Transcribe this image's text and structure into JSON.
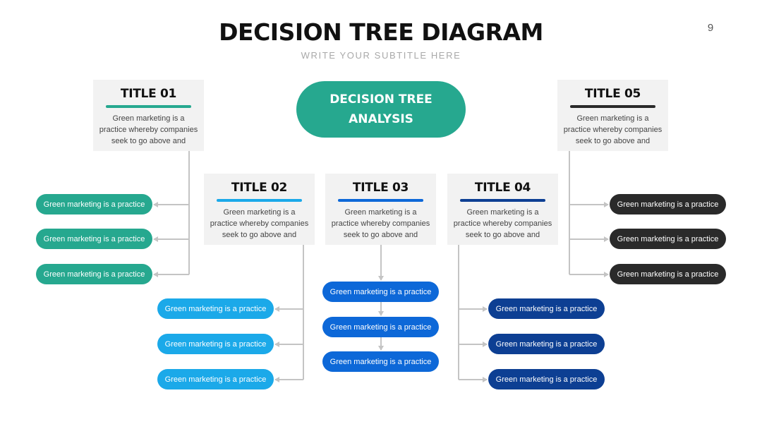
{
  "header": {
    "title": "DECISION TREE DIAGRAM",
    "subtitle": "WRITE YOUR SUBTITLE HERE",
    "page_number": "9"
  },
  "center": {
    "label": "DECISION TREE ANALYSIS",
    "color": "#26a88f"
  },
  "colors": {
    "line": "#c4c4c4",
    "card_bg": "#f2f2f2"
  },
  "branches": [
    {
      "title": "TITLE 01",
      "text": "Green marketing is a practice whereby companies seek to go above and",
      "color": "#26a88f",
      "items": [
        "Green marketing is a practice",
        "Green marketing is a practice",
        "Green marketing is a practice"
      ]
    },
    {
      "title": "TITLE 02",
      "text": "Green marketing is a practice whereby companies seek to go above and",
      "color": "#1ba9e9",
      "items": [
        "Green marketing is a practice",
        "Green marketing is a practice",
        "Green marketing is a practice"
      ]
    },
    {
      "title": "TITLE 03",
      "text": "Green marketing is a practice whereby companies seek to go above and",
      "color": "#0d68d8",
      "items": [
        "Green marketing is a practice",
        "Green marketing is a practice",
        "Green marketing is a practice"
      ]
    },
    {
      "title": "TITLE 04",
      "text": "Green marketing is a practice whereby companies seek to go above and",
      "color": "#0d3f93",
      "items": [
        "Green marketing is a practice",
        "Green marketing is a practice",
        "Green marketing is a practice"
      ]
    },
    {
      "title": "TITLE 05",
      "text": "Green marketing is a practice whereby companies seek to go above and",
      "color": "#2a2a2a",
      "items": [
        "Green marketing is a practice",
        "Green marketing is a practice",
        "Green marketing is a practice"
      ]
    }
  ]
}
